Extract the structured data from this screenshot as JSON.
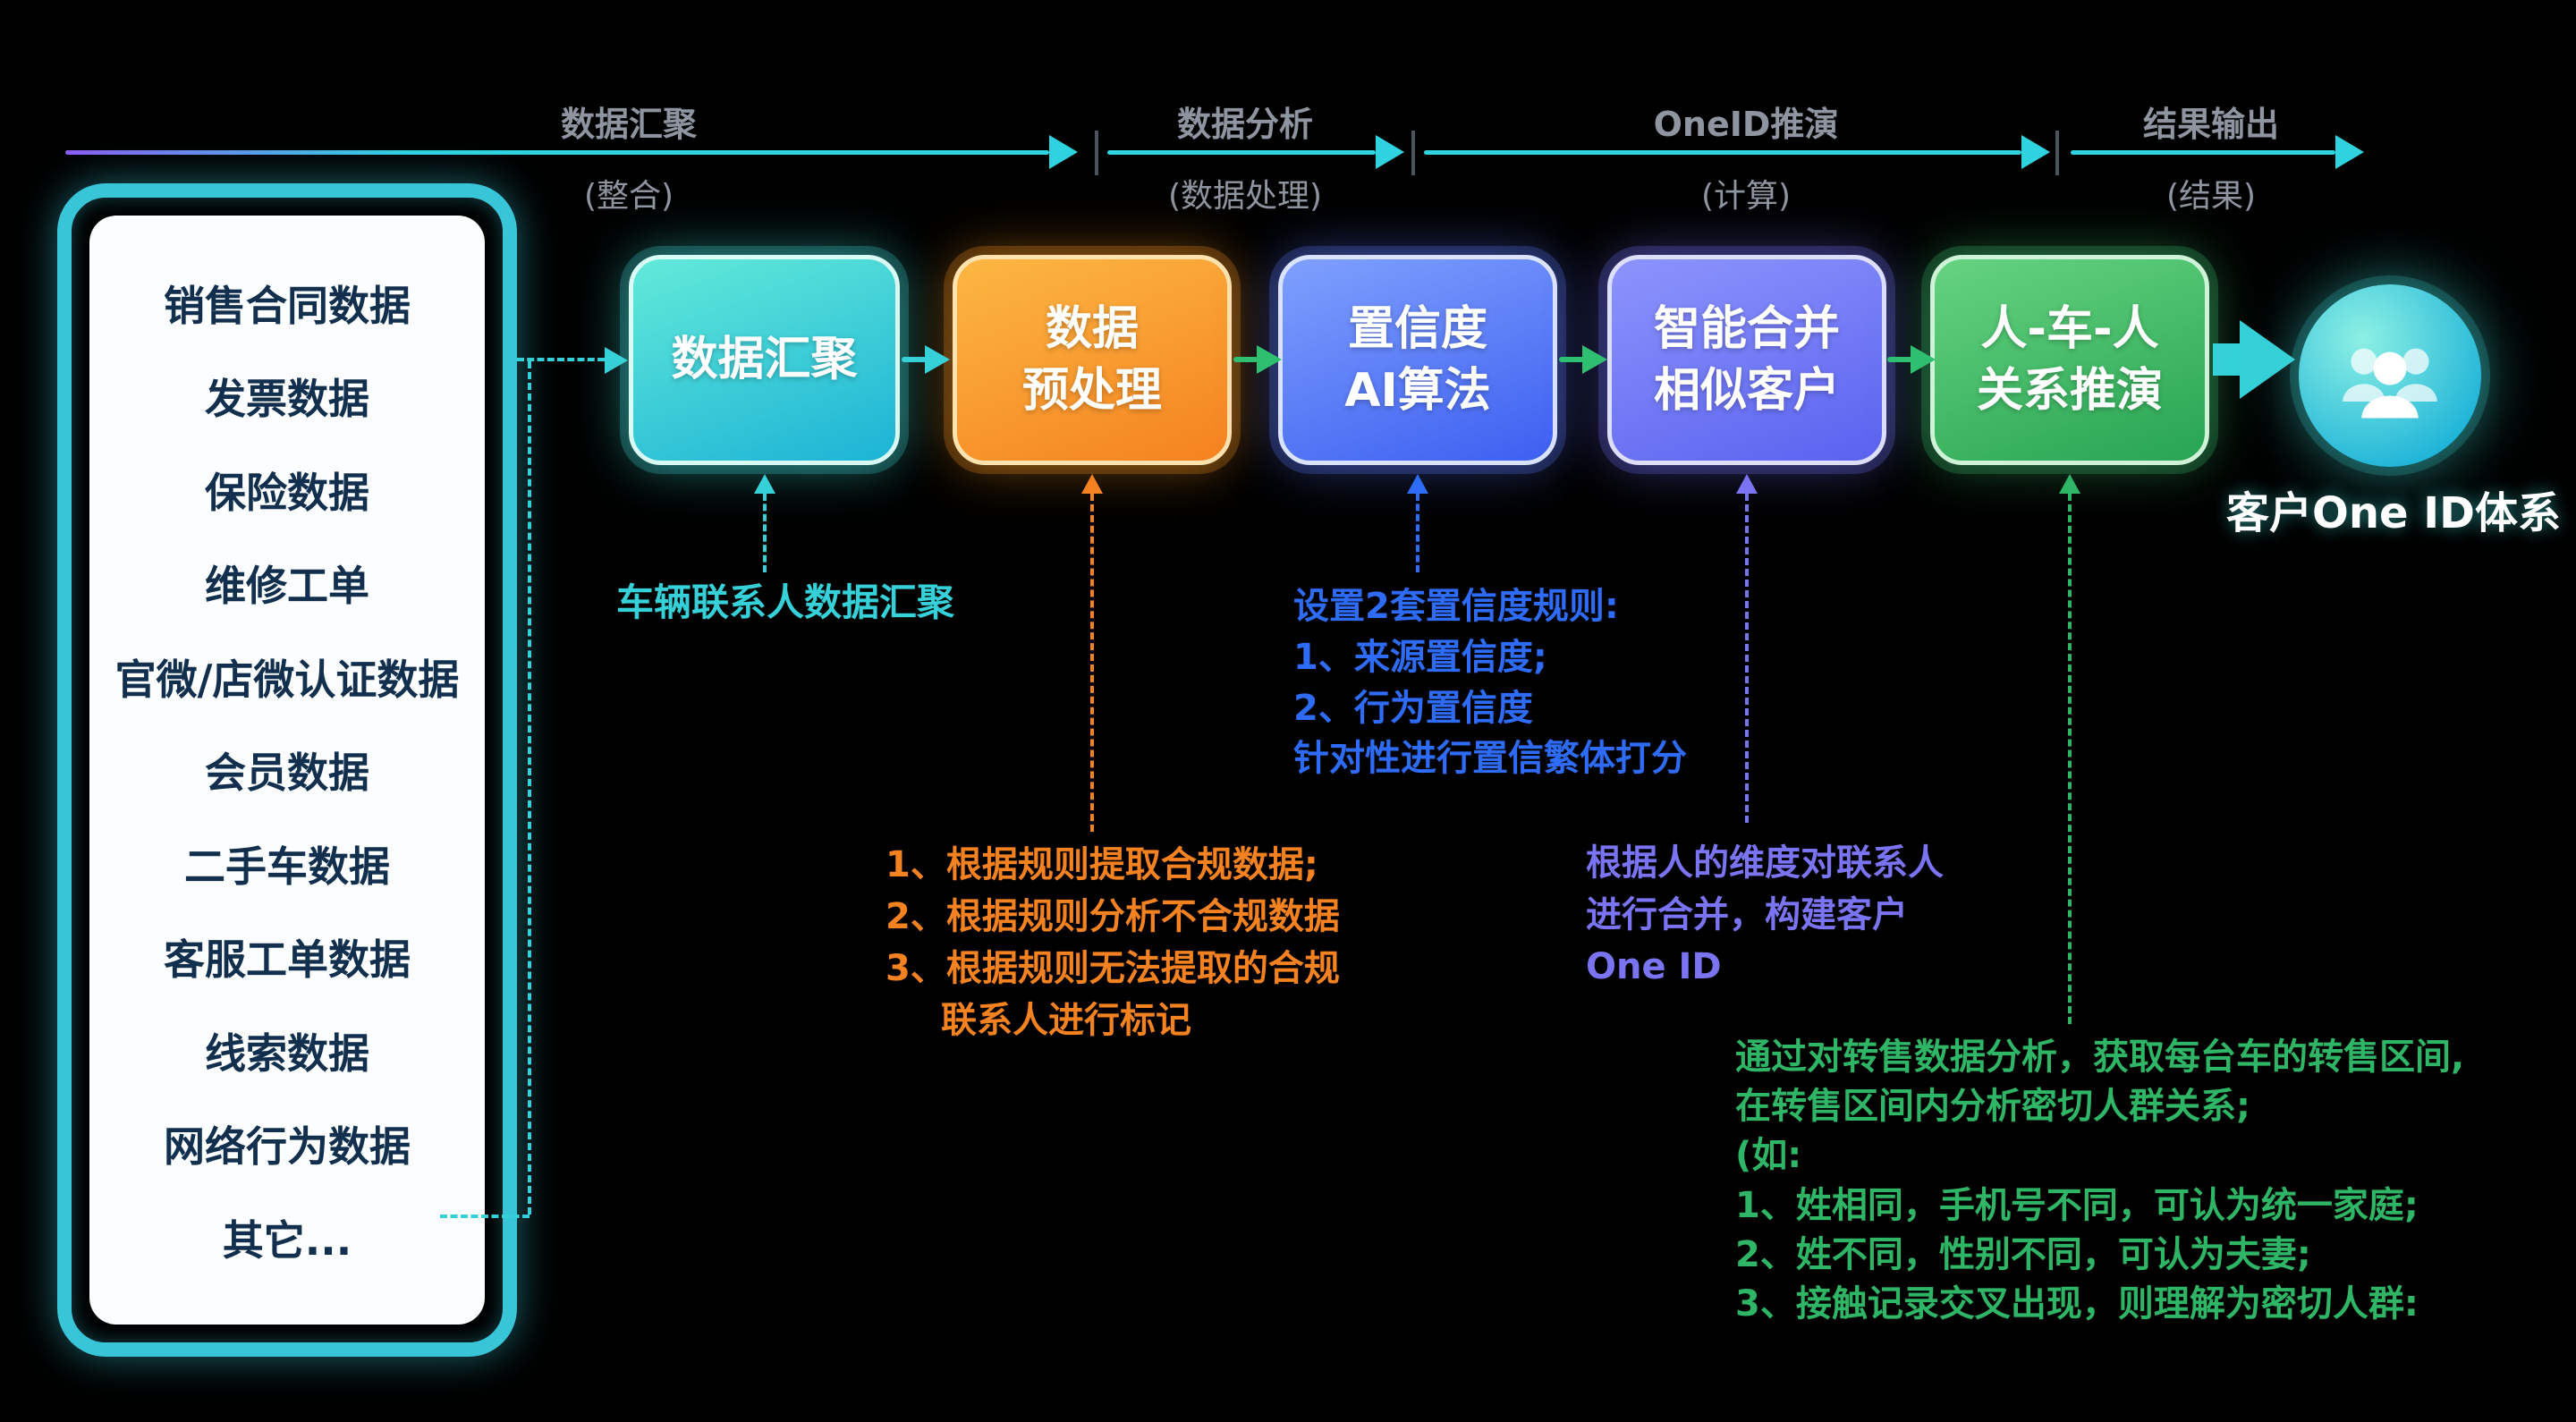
{
  "phases": [
    {
      "label": "数据汇聚",
      "sublabel": "(整合)"
    },
    {
      "label": "数据分析",
      "sublabel": "(数据处理)"
    },
    {
      "label": "OneID推演",
      "sublabel": "(计算)"
    },
    {
      "label": "结果输出",
      "sublabel": "(结果)"
    }
  ],
  "source_panel": {
    "items": [
      "销售合同数据",
      "发票数据",
      "保险数据",
      "维修工单",
      "官微/店微认证数据",
      "会员数据",
      "二手车数据",
      "客服工单数据",
      "线索数据",
      "网络行为数据",
      "其它..."
    ]
  },
  "flow_boxes": [
    {
      "lines": [
        "数据汇聚"
      ],
      "accent": "#35d0d8"
    },
    {
      "lines": [
        "数据",
        "预处理"
      ],
      "accent": "#f58220"
    },
    {
      "lines": [
        "置信度",
        "AI算法"
      ],
      "accent": "#2e6bf6"
    },
    {
      "lines": [
        "智能合并",
        "相似客户"
      ],
      "accent": "#7b74f2"
    },
    {
      "lines": [
        "人-车-人",
        "关系推演"
      ],
      "accent": "#2fb566"
    }
  ],
  "annotations": {
    "aggregate": {
      "color": "#35d0d8",
      "lines": [
        "车辆联系人数据汇聚"
      ]
    },
    "preprocess": {
      "color": "#f58220",
      "lines": [
        "1、根据规则提取合规数据;",
        "2、根据规则分析不合规数据",
        "3、根据规则无法提取的合规",
        "联系人进行标记"
      ]
    },
    "confidence": {
      "color": "#2e6bf6",
      "lines": [
        "设置2套置信度规则:",
        "1、来源置信度;",
        "2、行为置信度",
        "针对性进行置信繁体打分"
      ]
    },
    "merge": {
      "color": "#7b74f2",
      "lines": [
        "根据人的维度对联系人",
        "进行合并，构建客户",
        "One ID"
      ]
    },
    "relation": {
      "color": "#2fb566",
      "lines": [
        "通过对转售数据分析，获取每台车的转售区间,",
        "在转售区间内分析密切人群关系;",
        "(如:",
        "1、姓相同，手机号不同，可认为统一家庭;",
        "2、姓不同，性别不同，可认为夫妻;",
        "3、接触记录交叉出现，则理解为密切人群:"
      ]
    }
  },
  "result": {
    "label": "客户One ID体系"
  }
}
